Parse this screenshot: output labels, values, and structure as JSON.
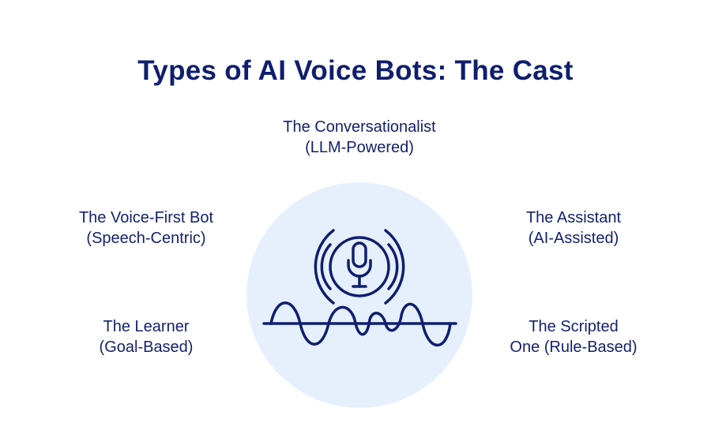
{
  "title": "Types of AI Voice Bots: The Cast",
  "types": [
    {
      "line1": "The Conversationalist",
      "line2": "(LLM-Powered)"
    },
    {
      "line1": "The Voice-First Bot",
      "line2": "(Speech-Centric)"
    },
    {
      "line1": "The Assistant",
      "line2": "(AI-Assisted)"
    },
    {
      "line1": "The Learner",
      "line2": "(Goal-Based)"
    },
    {
      "line1": "The Scripted",
      "line2": "One (Rule-Based)"
    }
  ],
  "colors": {
    "primary": "#0f1f6e",
    "circle": "#e6f0fd"
  },
  "icon": "microphone-soundwave-icon"
}
